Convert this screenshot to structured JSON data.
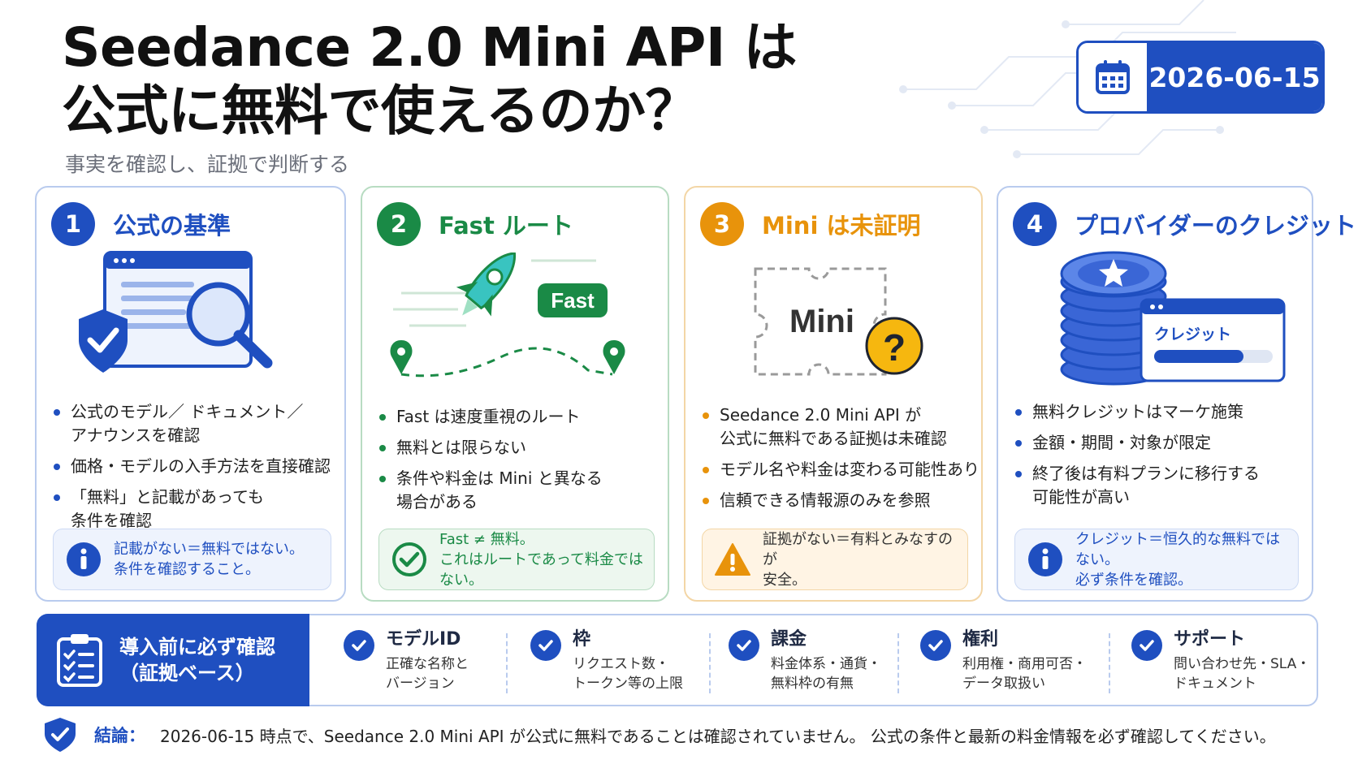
{
  "header": {
    "title_line1": "Seedance 2.0 Mini API は",
    "title_line2": "公式に無料で使えるのか？",
    "subtitle": "事実を確認し、証拠で判断する",
    "date": "2026-06-15",
    "date_icon": "calendar-icon"
  },
  "colors": {
    "blue": "#1f4fc0",
    "green": "#1a8a46",
    "orange": "#e8930b"
  },
  "cards": [
    {
      "number": "1",
      "title": "公式の基準",
      "illustration": "document-magnifier-shield-icon",
      "bullets": [
        "公式のモデル／ ドキュメント／\nアナウンスを確認",
        "価格・モデルの入手方法を直接確認",
        "「無料」と記載があっても\n条件を確認"
      ],
      "note": "記載がない＝無料ではない。\n条件を確認すること。",
      "note_icon": "info-icon"
    },
    {
      "number": "2",
      "title": "Fast ルート",
      "illustration": "rocket-route-icon",
      "badge": "Fast",
      "bullets": [
        "Fast は速度重視のルート",
        "無料とは限らない",
        "条件や料金は Mini と異なる\n場合がある"
      ],
      "note": "Fast ≠ 無料。\nこれはルートであって料金ではない。",
      "note_icon": "check-circle-icon"
    },
    {
      "number": "3",
      "title": "Mini は未証明",
      "illustration": "mini-ticket-question-icon",
      "ticket_label": "Mini",
      "question_mark": "?",
      "bullets": [
        "Seedance 2.0 Mini API が\n公式に無料である証拠は未確認",
        "モデル名や料金は変わる可能性あり",
        "信頼できる情報源のみを参照"
      ],
      "note": "証拠がない＝有料とみなすのが\n安全。",
      "note_icon": "warning-icon"
    },
    {
      "number": "4",
      "title": "プロバイダーのクレジット",
      "illustration": "coin-stack-credit-icon",
      "credit_label": "クレジット",
      "credit_level": 0.75,
      "bullets": [
        "無料クレジットはマーケ施策",
        "金額・期間・対象が限定",
        "終了後は有料プランに移行する\n可能性が高い"
      ],
      "note": "クレジット＝恒久的な無料ではない。\n必ず条件を確認。",
      "note_icon": "info-icon"
    }
  ],
  "checklist": {
    "lead": "導入前に必ず確認\n（証拠ベース）",
    "lead_icon": "clipboard-checklist-icon",
    "items": [
      {
        "title": "モデルID",
        "desc": "正確な名称と\nバージョン"
      },
      {
        "title": "枠",
        "desc": "リクエスト数・\nトークン等の上限"
      },
      {
        "title": "課金",
        "desc": "料金体系・通貨・\n無料枠の有無"
      },
      {
        "title": "権利",
        "desc": "利用権・商用可否・\nデータ取扱い"
      },
      {
        "title": "サポート",
        "desc": "問い合わせ先・SLA・\nドキュメント"
      }
    ]
  },
  "conclusion": {
    "label": "結論：",
    "text": "2026-06-15 時点で、Seedance 2.0 Mini API が公式に無料であることは確認されていません。 公式の条件と最新の料金情報を必ず確認してください。",
    "icon": "shield-check-icon"
  }
}
